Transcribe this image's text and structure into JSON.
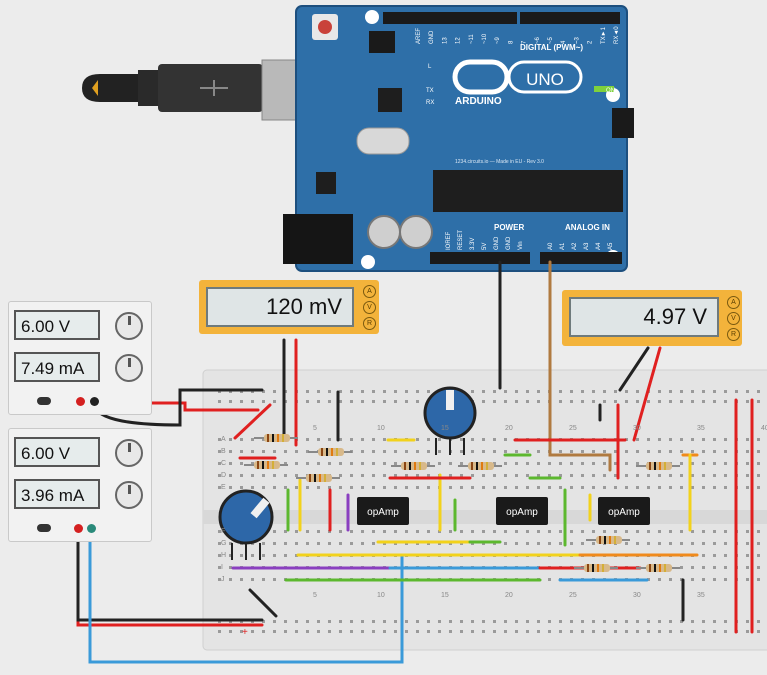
{
  "arduino": {
    "brand": "ARDUINO",
    "model": "UNO",
    "digital_label": "DIGITAL (PWM~)",
    "power_label": "POWER",
    "analog_label": "ANALOG IN",
    "on_label": "ON",
    "tx_label": "TX",
    "rx_label": "RX",
    "l_label": "L",
    "footer_text": "1234.circuits.io — Made in EU - Rev 3.0",
    "top_pins": [
      "AREF",
      "GND",
      "13",
      "12",
      "~11",
      "~10",
      "~9",
      "8",
      "7",
      "~6",
      "~5",
      "4",
      "~3",
      "2",
      "TX►1",
      "RX◄0"
    ],
    "power_pins": [
      "IOREF",
      "RESET",
      "3.3V",
      "5V",
      "GND",
      "GND",
      "Vin"
    ],
    "analog_pins": [
      "A0",
      "A1",
      "A2",
      "A3",
      "A4",
      "A5"
    ]
  },
  "psu1": {
    "voltage": "6.00 V",
    "current": "7.49 mA"
  },
  "psu2": {
    "voltage": "6.00 V",
    "current": "3.96 mA"
  },
  "meter1": {
    "reading": "120 mV",
    "btn_a": "A",
    "btn_v": "V",
    "btn_r": "R"
  },
  "meter2": {
    "reading": "4.97 V",
    "btn_a": "A",
    "btn_v": "V",
    "btn_r": "R"
  },
  "breadboard": {
    "col_labels_top": [
      "5",
      "10",
      "15",
      "20",
      "25",
      "30",
      "35",
      "40"
    ],
    "col_labels_bottom": [
      "5",
      "10",
      "15",
      "20",
      "25",
      "30",
      "35"
    ],
    "row_labels": [
      "A",
      "B",
      "C",
      "D",
      "E",
      "F",
      "G",
      "H",
      "I",
      "J"
    ],
    "plus_label": "+"
  },
  "opamps": [
    {
      "label": "opAmp"
    },
    {
      "label": "opAmp"
    },
    {
      "label": "opAmp"
    }
  ],
  "colors": {
    "arduino_blue": "#2e6fa8",
    "wire_red": "#e02020",
    "wire_black": "#222222",
    "wire_blue": "#3a9ad9",
    "wire_yellow": "#f2d21c",
    "wire_green": "#5cb82e",
    "wire_purple": "#8a3fc0",
    "wire_orange": "#f08a1c",
    "wire_brown": "#b07a40",
    "meter_orange": "#f3b33b"
  }
}
